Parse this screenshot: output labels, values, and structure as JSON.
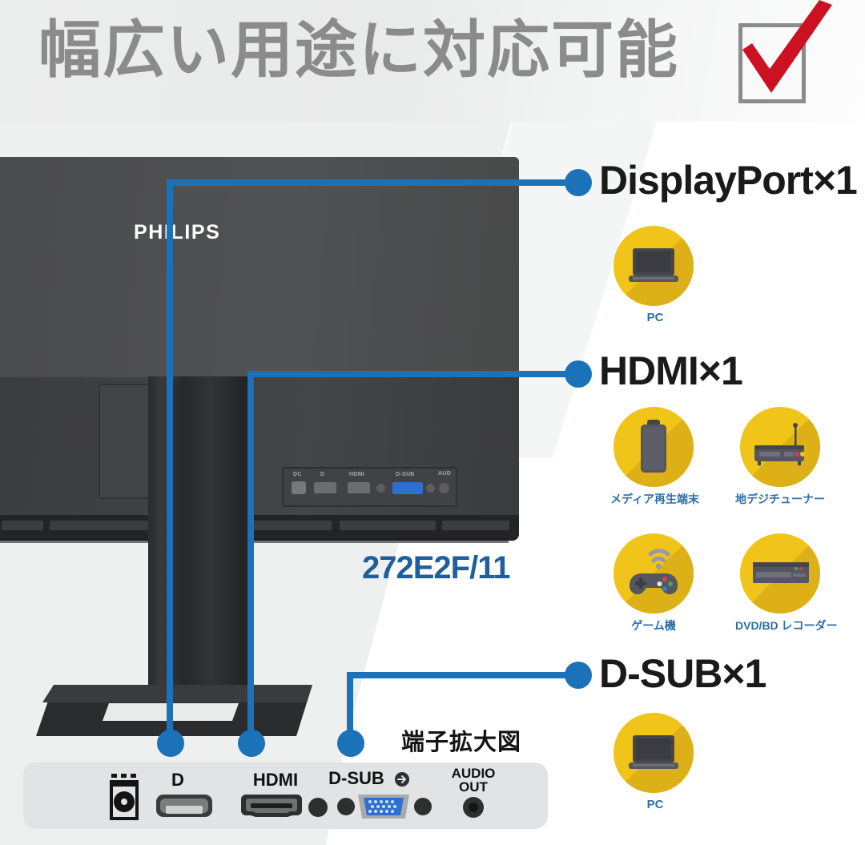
{
  "header": {
    "title": "幅広い用途に対応可能",
    "checkbox_icon": "checkbox-checked-icon",
    "check_color": "#cc1122",
    "title_color": "#8b8b8b"
  },
  "product": {
    "brand": "PHILIPS",
    "model": "272E2F/11",
    "model_color": "#1e5f9e",
    "zoom_caption": "端子拡大図"
  },
  "accent": {
    "line_blue": "#1b72b8",
    "icon_yellow": "#f0c419",
    "icon_yellow_shade": "#ddb018",
    "caption_blue": "#2c6fa8",
    "device_gray": "#55565f"
  },
  "sections": [
    {
      "id": "displayport",
      "title": "DisplayPort×1",
      "icons": [
        {
          "label": "PC",
          "icon": "laptop-icon"
        }
      ]
    },
    {
      "id": "hdmi",
      "title": "HDMI×1",
      "icons": [
        {
          "label": "メディア再生端末",
          "icon": "media-player-icon"
        },
        {
          "label": "地デジチューナー",
          "icon": "tv-tuner-icon"
        },
        {
          "label": "ゲーム機",
          "icon": "gamepad-icon"
        },
        {
          "label": "DVD/BD レコーダー",
          "icon": "dvd-recorder-icon"
        }
      ]
    },
    {
      "id": "dsub",
      "title": "D-SUB×1",
      "icons": [
        {
          "label": "PC",
          "icon": "laptop-icon"
        }
      ]
    }
  ],
  "port_panel": {
    "ports": [
      {
        "id": "dc-power",
        "label": "",
        "icon": "dc-power-icon"
      },
      {
        "id": "displayport",
        "label": "D",
        "icon": "displayport-icon"
      },
      {
        "id": "hdmi",
        "label": "HDMI",
        "icon": "hdmi-icon"
      },
      {
        "id": "dsub",
        "label": "D-SUB",
        "icon": "vga-icon"
      },
      {
        "id": "audio-out",
        "label_line1": "AUDIO",
        "label_line2": "OUT",
        "icon": "audio-jack-icon"
      }
    ]
  },
  "monitor_back_ports": {
    "labels": [
      "D",
      "HDMI",
      "D-SUB"
    ]
  }
}
